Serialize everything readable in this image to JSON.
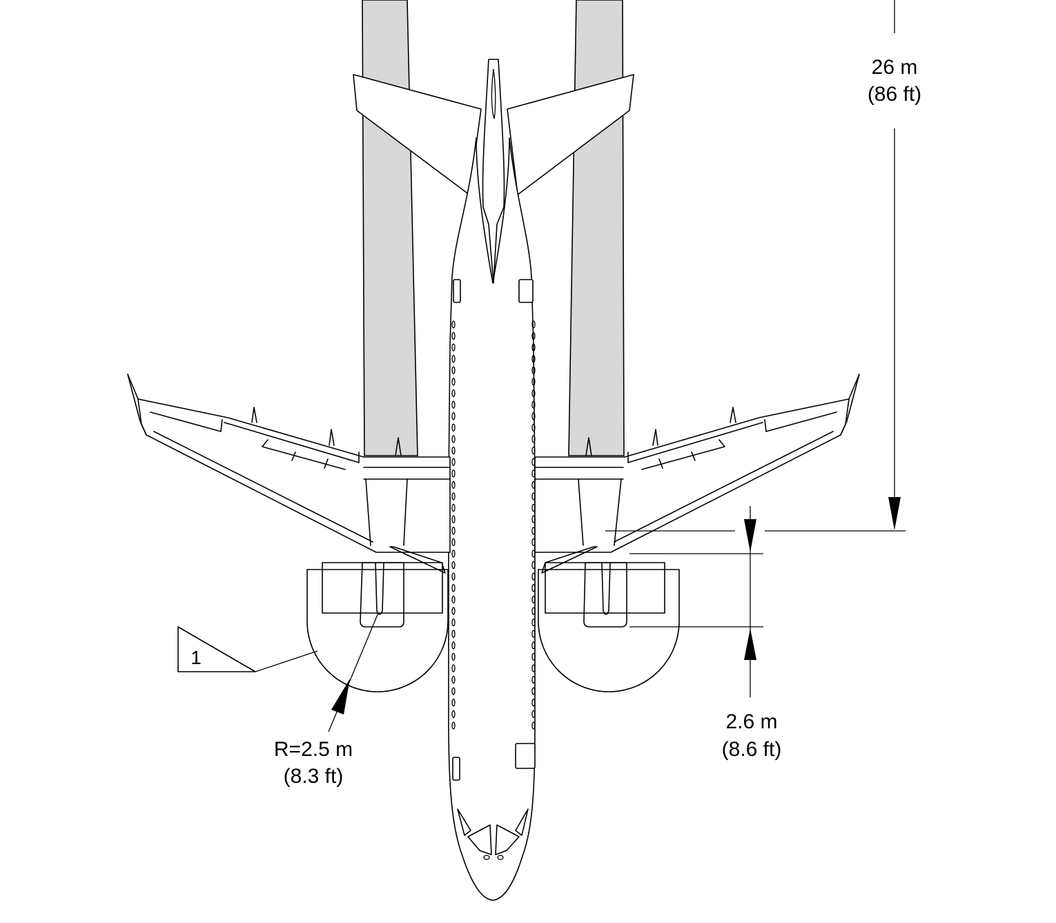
{
  "diagram": {
    "dimensions": {
      "exhaust_length": {
        "metric": "26 m",
        "imperial": "(86 ft)"
      },
      "inlet_offset": {
        "metric": "2.6 m",
        "imperial": "(8.6 ft)"
      },
      "inlet_radius": {
        "metric": "R=2.5 m",
        "imperial": "(8.3 ft)"
      }
    },
    "note_flag": "1",
    "colors": {
      "hazard_zone": "#d8d8d8",
      "line": "#000000"
    }
  }
}
